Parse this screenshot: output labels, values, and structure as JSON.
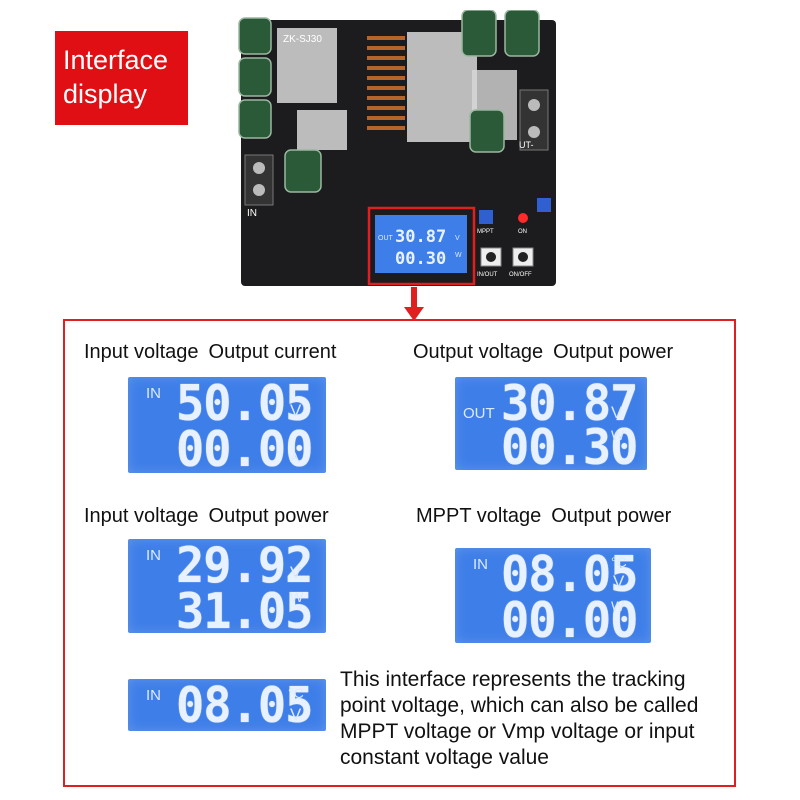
{
  "badge": {
    "line1": "Interface",
    "line2": "display"
  },
  "board": {
    "model": "ZK-SJ30",
    "lcd_tag": "OUT",
    "lcd_line1": "30.87",
    "lcd_line2": "00.30",
    "lcd_unit1": "V",
    "lcd_unit2": "W",
    "label_in": "IN",
    "label_mppt": "MPPT",
    "label_on": "ON",
    "button1": "IN/OUT",
    "button2": "ON/OFF",
    "label_out": "UT-"
  },
  "panels": [
    {
      "caption_a": "Input voltage",
      "caption_b": "Output current",
      "tag": "IN",
      "line1": "50.05",
      "unit1": "V",
      "line2": "00.00",
      "unit2": "A"
    },
    {
      "caption_a": "Output voltage",
      "caption_b": "Output power",
      "tag": "OUT",
      "line1": "30.87",
      "unit1": "V",
      "line2": "00.30",
      "unit2": "W"
    },
    {
      "caption_a": "Input voltage",
      "caption_b": "Output power",
      "tag": "IN",
      "line1": "29.92",
      "unit1": "V",
      "line2": "31.05",
      "unit2": "W"
    },
    {
      "caption_a": "MPPT voltage",
      "caption_b": "Output power",
      "tag": "IN",
      "line1": "08.05",
      "unit1": "°C",
      "unit1b": "V",
      "line2": "00.00",
      "unit2": "W"
    }
  ],
  "single_panel": {
    "tag": "IN",
    "line1": "08.05",
    "unit1": "°C",
    "unit1b": "V"
  },
  "description": "This interface represents the tracking point voltage, which can also be called MPPT voltage or Vmp voltage or input constant voltage value",
  "colors": {
    "accent_red": "#e00f14",
    "lcd_blue": "#3e7ee8",
    "pcb_black": "#1c1c1e"
  }
}
